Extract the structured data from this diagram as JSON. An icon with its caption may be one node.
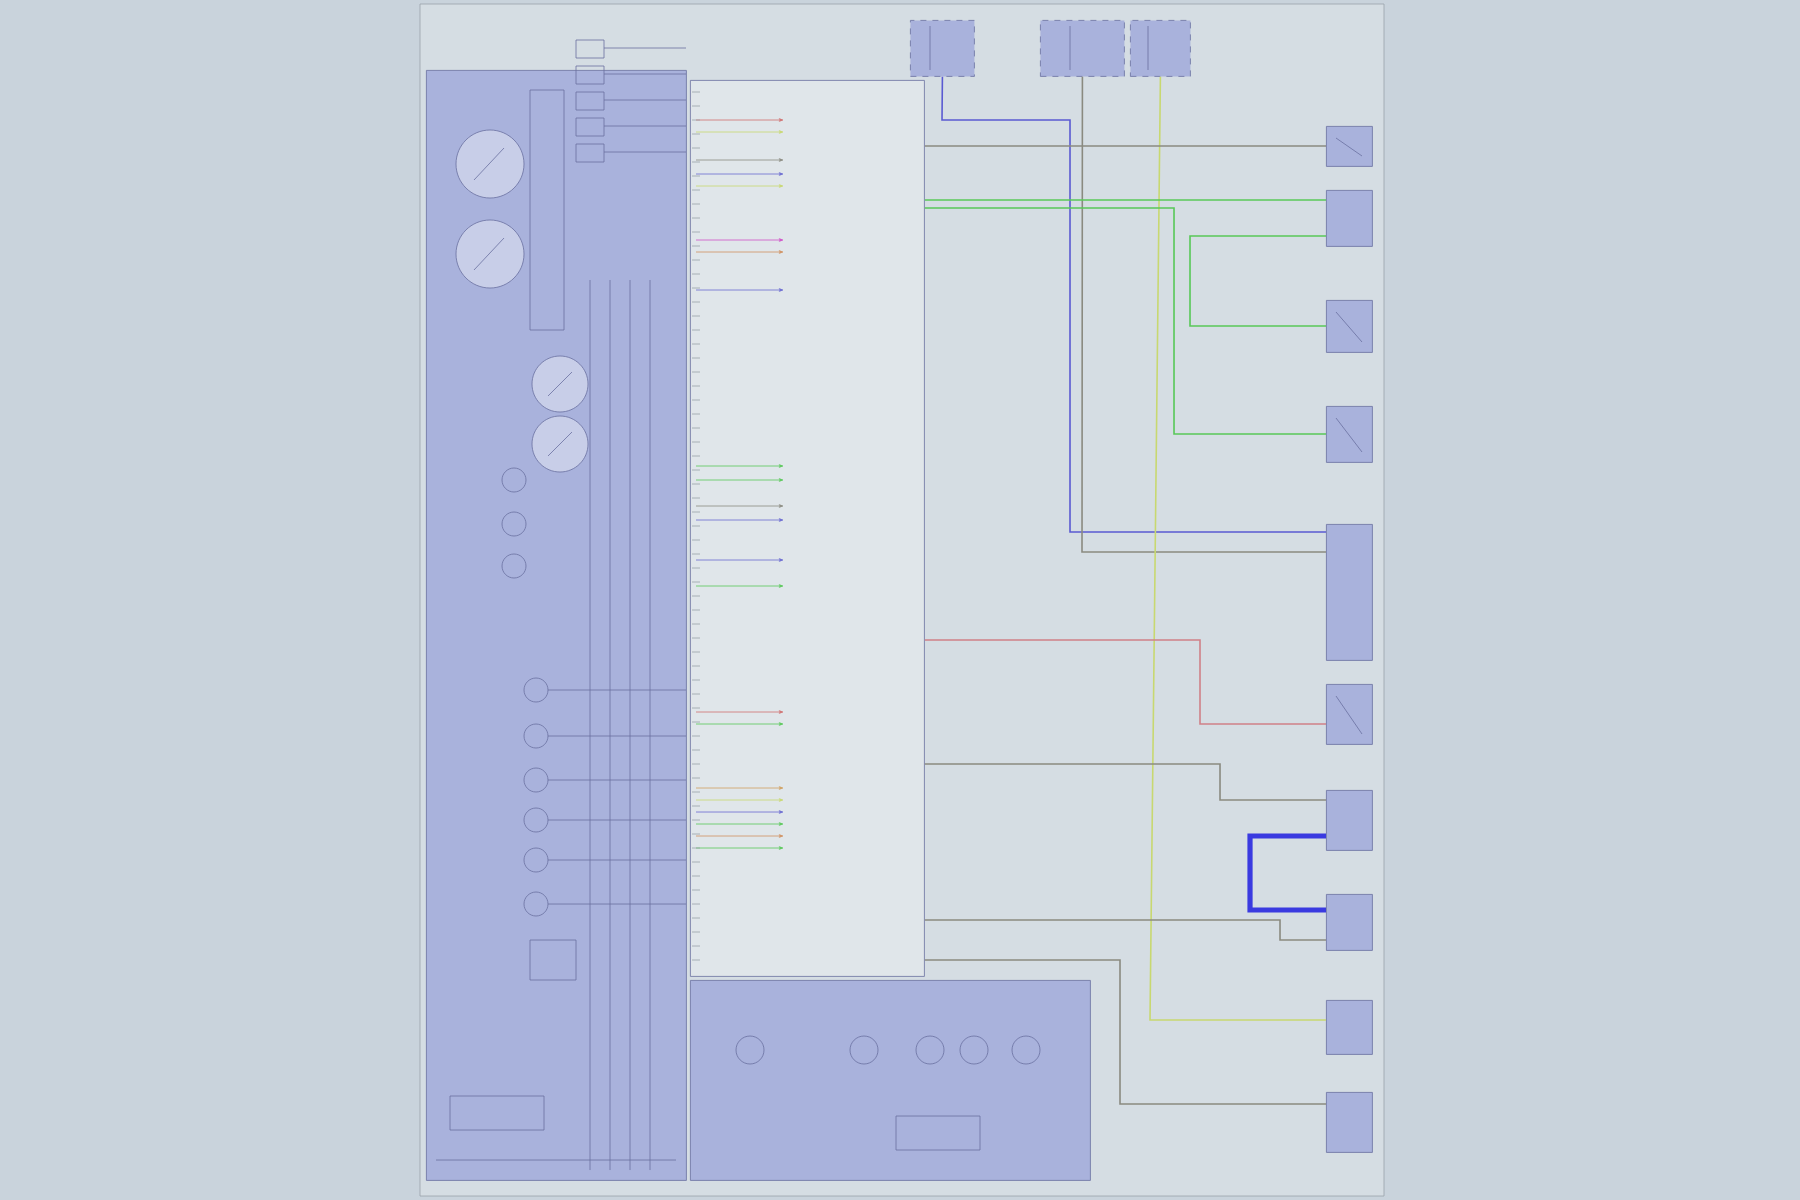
{
  "diagram": {
    "nodes": [
      {
        "text": [],
        "shape": "box"
      },
      {
        "text": [],
        "shape": "box"
      },
      {
        "text": [],
        "shape": "box"
      },
      {
        "text": [],
        "shape": "box"
      },
      {
        "text": [],
        "shape": "box"
      },
      {
        "text": [],
        "shape": "box"
      },
      {
        "text": [],
        "shape": "box"
      },
      {
        "text": [],
        "shape": "box"
      },
      {
        "text": [],
        "shape": "box"
      },
      {
        "text": [],
        "shape": "box"
      },
      {
        "text": [],
        "shape": "box"
      },
      {
        "text": [],
        "shape": "box"
      },
      {
        "text": [],
        "shape": "box"
      },
      {
        "text": [],
        "shape": "box"
      },
      {
        "text": [],
        "shape": "box"
      },
      {
        "text": [],
        "shape": "box"
      }
    ],
    "edges": [
      {
        "from": 2,
        "to": 9,
        "arrow": "none",
        "color": "#5a5ad2"
      },
      {
        "from": 3,
        "to": 9,
        "arrow": "none"
      },
      {
        "from": 4,
        "to": 13,
        "arrow": "none",
        "color": "#c8d870"
      },
      {
        "from": 1,
        "to": 5,
        "arrow": "none"
      },
      {
        "from": 1,
        "to": 6,
        "arrow": "none",
        "color": "#58c858"
      },
      {
        "from": 6,
        "to": 7,
        "arrow": "none",
        "color": "#58c858"
      },
      {
        "from": 1,
        "to": 8,
        "arrow": "none",
        "color": "#58c858"
      },
      {
        "from": 1,
        "to": 10,
        "arrow": "none",
        "color": "#d08088"
      },
      {
        "from": 1,
        "to": 11,
        "arrow": "none"
      },
      {
        "from": 11,
        "to": 12,
        "arrow": "none",
        "style": "thick",
        "color": "#3a3ae0"
      },
      {
        "from": 1,
        "to": 12,
        "arrow": "none"
      },
      {
        "from": 1,
        "to": 14,
        "arrow": "none"
      }
    ]
  }
}
